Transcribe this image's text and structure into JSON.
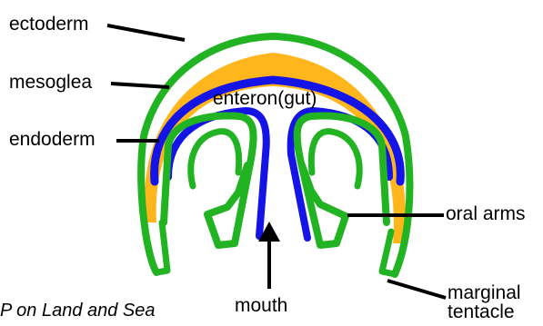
{
  "labels": {
    "ectoderm": "ectoderm",
    "mesoglea": "mesoglea",
    "enteron": "enteron(gut)",
    "endoderm": "endoderm",
    "oral_arms": "oral arms",
    "mouth": "mouth",
    "marginal": "marginal",
    "tentacle": "tentacle"
  },
  "credit": "P on Land and Sea",
  "colors": {
    "ectoderm": "#22b322",
    "mesoglea": "#ffb61c",
    "endoderm": "#1414e6",
    "pointer": "#000000"
  }
}
